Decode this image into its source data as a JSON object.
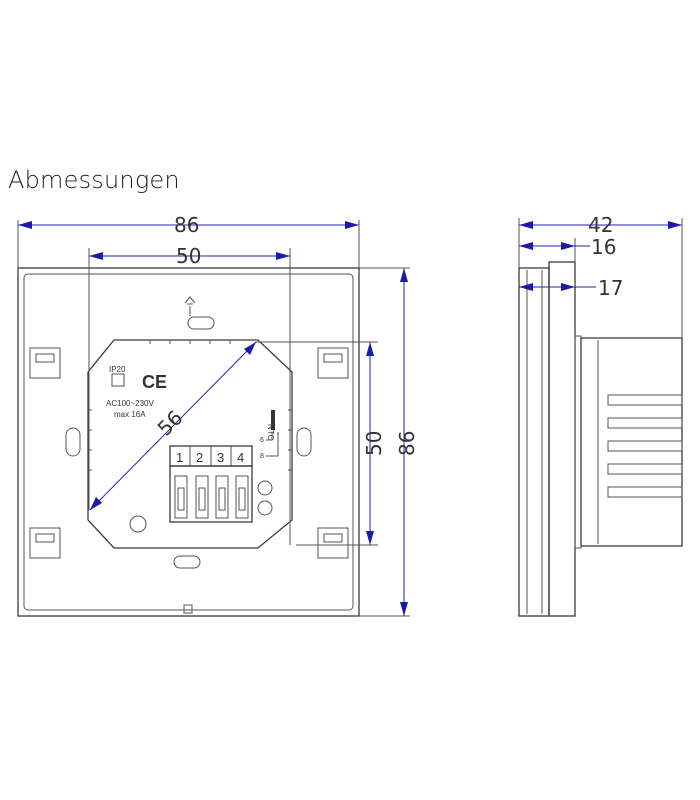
{
  "title": "Abmessungen",
  "dimensions": {
    "front_width": "86",
    "inner_width": "50",
    "diagonal": "56",
    "inner_height": "50",
    "front_height": "86",
    "side_depth": "42",
    "side_upper": "16",
    "side_lower": "17"
  },
  "labels": {
    "ip_rating": "IP20",
    "ce_mark": "CE",
    "voltage": "AC100~230V",
    "max_current": "max 16A",
    "ntc": "NTC",
    "ntc_pin_6": "6",
    "ntc_pin_8": "8",
    "terminals": [
      "1",
      "2",
      "3",
      "4"
    ]
  },
  "colors": {
    "line": "#3a3a3a",
    "dimension": "#2222aa"
  }
}
